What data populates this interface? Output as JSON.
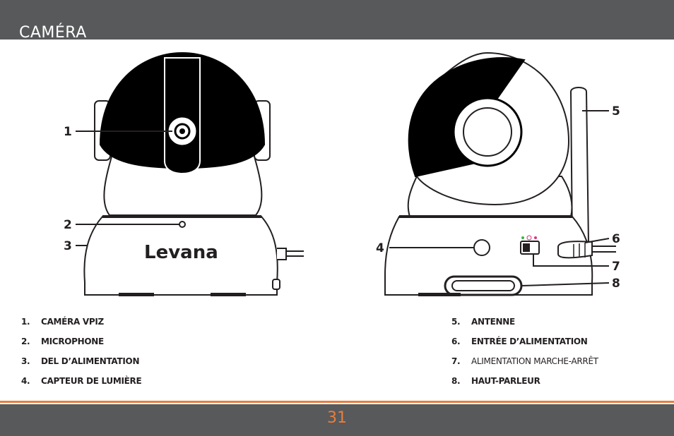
{
  "header": {
    "title": "CAMÉRA",
    "background": "#58595b"
  },
  "footer": {
    "page_number": "31",
    "accent": "#e87e3c",
    "background": "#58595b"
  },
  "diagram": {
    "brand_logo": "Levana",
    "callouts": [
      "1",
      "2",
      "3",
      "4",
      "5",
      "6",
      "7",
      "8"
    ]
  },
  "parts_left": [
    {
      "num": "1.",
      "label": "CAMÉRA VPIZ"
    },
    {
      "num": "2.",
      "label": "MICROPHONE"
    },
    {
      "num": "3.",
      "label": "DEL D’ALIMENTATION"
    },
    {
      "num": "4.",
      "label": "CAPTEUR DE LUMIÈRE"
    }
  ],
  "parts_right": [
    {
      "num": "5.",
      "label": "ANTENNE"
    },
    {
      "num": "6.",
      "label": "ENTRÉE D’ALIMENTATION"
    },
    {
      "num": "7.",
      "label": "ALIMENTATION MARCHE-ARRÊT"
    },
    {
      "num": "8.",
      "label": "HAUT-PARLEUR"
    }
  ]
}
